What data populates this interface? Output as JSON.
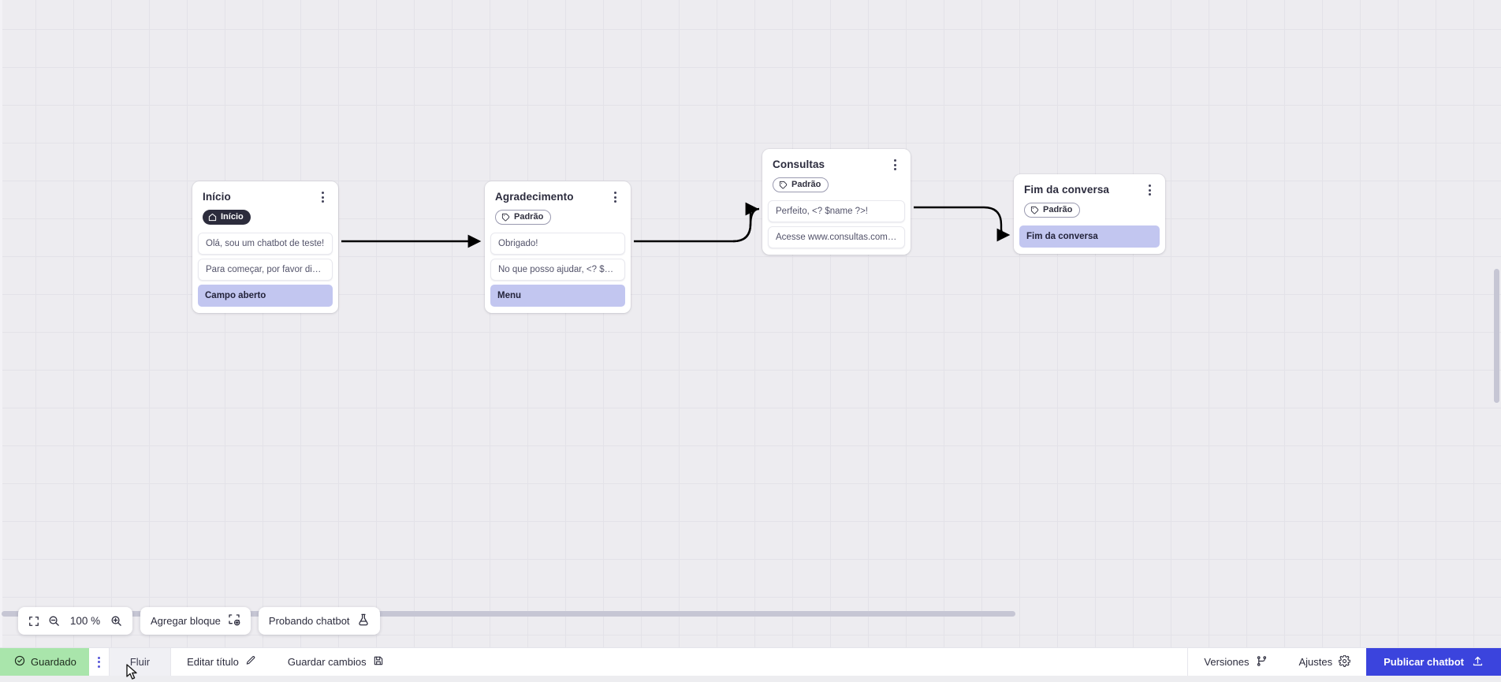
{
  "app": {
    "canvas_bg": "#edecf0",
    "accent_blue": "#3b44dd",
    "accent_purple": "#c2c6f0",
    "saved_green": "#a9e5ab"
  },
  "nodes": [
    {
      "id": "inicio",
      "title": "Início",
      "badge": {
        "label": "Início",
        "icon": "home-icon",
        "style": "start"
      },
      "messages": [
        "Olá, sou um chatbot de teste!",
        "Para começar, por favor digite o ..."
      ],
      "action": "Campo aberto"
    },
    {
      "id": "agradecimento",
      "title": "Agradecimento",
      "badge": {
        "label": "Padrão",
        "icon": "tag-icon",
        "style": "default"
      },
      "messages": [
        "Obrigado!",
        "No que posso ajudar, <? $name ..."
      ],
      "action": "Menu"
    },
    {
      "id": "consultas",
      "title": "Consultas",
      "badge": {
        "label": "Padrão",
        "icon": "tag-icon",
        "style": "default"
      },
      "messages": [
        "Perfeito, <? $name ?>!",
        "Acesse www.consultas.com par..."
      ],
      "action": null
    },
    {
      "id": "fim",
      "title": "Fim da conversa",
      "badge": {
        "label": "Padrão",
        "icon": "tag-icon",
        "style": "default"
      },
      "messages": [],
      "action": "Fim da conversa"
    }
  ],
  "toolbar": {
    "fit_icon": "fit-screen-icon",
    "zoom_out_icon": "zoom-out-icon",
    "zoom_level": "100 %",
    "zoom_in_icon": "zoom-in-icon",
    "add_block_label": "Agregar bloque",
    "add_block_icon": "add-block-icon",
    "test_chatbot_label": "Probando chatbot",
    "test_chatbot_icon": "flask-icon"
  },
  "statusbar": {
    "saved_label": "Guardado",
    "saved_icon": "check-circle-icon",
    "menu_icon": "kebab-menu-icon",
    "flow_tab_label": "Fluir",
    "edit_title_label": "Editar título",
    "edit_title_icon": "pencil-icon",
    "save_changes_label": "Guardar cambios",
    "save_changes_icon": "save-disk-icon",
    "versions_label": "Versiones",
    "versions_icon": "branch-icon",
    "settings_label": "Ajustes",
    "settings_icon": "gear-icon",
    "publish_label": "Publicar chatbot",
    "publish_icon": "upload-icon"
  }
}
